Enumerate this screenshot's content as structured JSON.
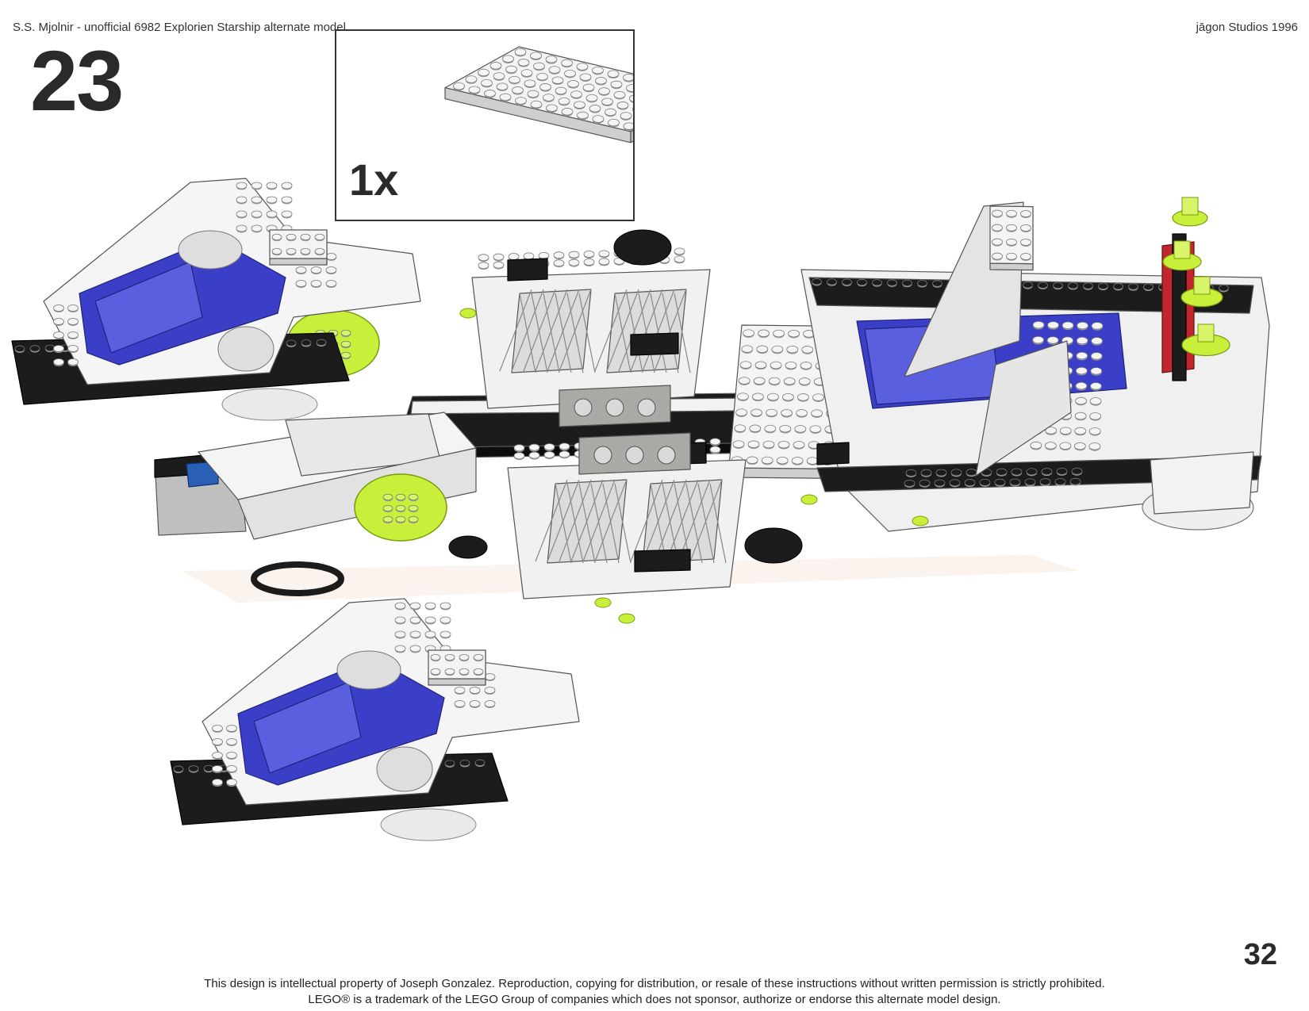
{
  "header": {
    "title": "S.S. Mjolnir - unofficial 6982 Explorien Starship alternate model",
    "studio": "jāgon Studios 1996"
  },
  "step": {
    "number": "23",
    "parts": [
      {
        "part_icon": "white-plate-6x12-icon",
        "quantity": "1x"
      }
    ]
  },
  "model": {
    "illustration_icon": "starship-assembly-illustration",
    "colors": {
      "white_brick": "#f4f4f4",
      "black_brick": "#1c1c1c",
      "trans_blue": "#3b3fc8",
      "trans_neon_green": "#c8f03a",
      "light_gray": "#a8aaa6",
      "red": "#c0262b",
      "blue": "#2a5fb8"
    }
  },
  "page": {
    "number": "32"
  },
  "footer": {
    "line1": "This design is intellectual property of Joseph Gonzalez.  Reproduction, copying for distribution, or resale of these instructions without written permission is strictly prohibited.",
    "line2": "LEGO® is a trademark of the LEGO Group of companies which does not sponsor, authorize or endorse this alternate model design."
  }
}
